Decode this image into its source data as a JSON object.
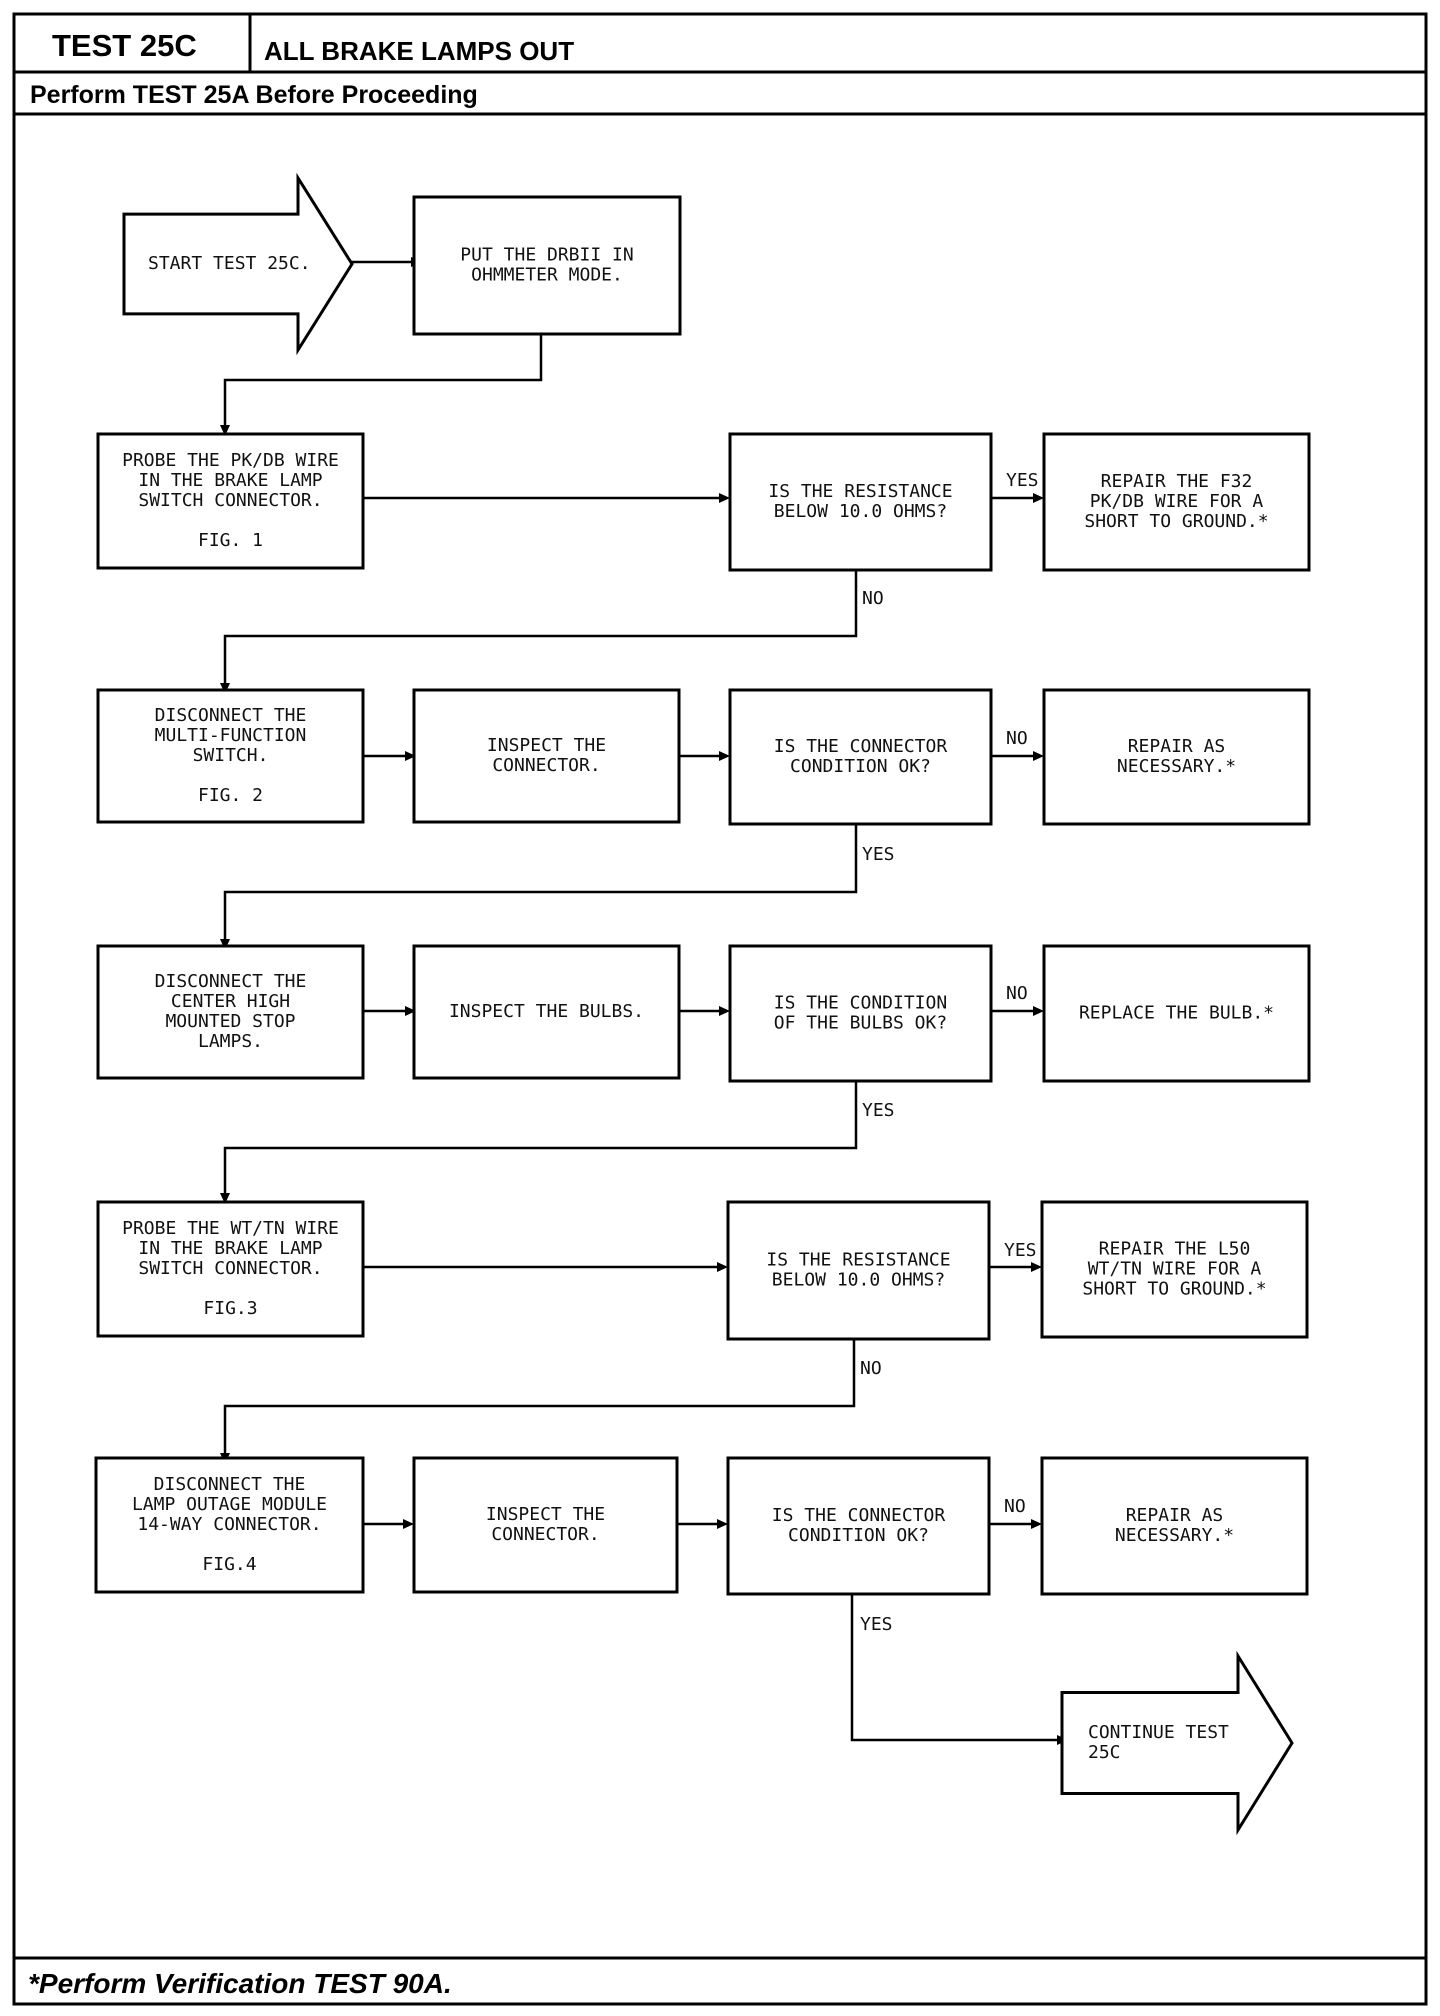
{
  "header": {
    "test_id": "TEST 25C",
    "title": "ALL BRAKE LAMPS OUT",
    "prerequisite": "Perform TEST 25A Before Proceeding"
  },
  "footer": {
    "note": "*Perform Verification TEST 90A."
  },
  "steps": {
    "start": [
      "START TEST 25C."
    ],
    "drb_mode": [
      "PUT THE DRBII IN",
      "OHMMETER MODE."
    ],
    "probe_pkdb": [
      "PROBE THE PK/DB WIRE",
      "IN THE BRAKE LAMP",
      "SWITCH CONNECTOR.",
      "",
      "FIG. 1"
    ],
    "res_check_1": [
      "IS THE RESISTANCE",
      "BELOW 10.0 OHMS?"
    ],
    "repair_f32": [
      "REPAIR THE F32",
      "PK/DB WIRE FOR A",
      "SHORT TO GROUND.*"
    ],
    "disc_mfs": [
      "DISCONNECT THE",
      "MULTI-FUNCTION",
      "SWITCH.",
      "",
      "FIG. 2"
    ],
    "inspect_conn_1": [
      "INSPECT THE",
      "CONNECTOR."
    ],
    "conn_check_1": [
      "IS THE CONNECTOR",
      "CONDITION OK?"
    ],
    "repair_1": [
      "REPAIR AS",
      "NECESSARY.*"
    ],
    "disc_chmsl": [
      "DISCONNECT THE",
      "CENTER HIGH",
      "MOUNTED STOP",
      "LAMPS."
    ],
    "inspect_bulbs": [
      "INSPECT THE BULBS."
    ],
    "bulb_check": [
      "IS THE CONDITION",
      "OF THE BULBS OK?"
    ],
    "replace_bulb": [
      "REPLACE THE BULB.*"
    ],
    "probe_wttn": [
      "PROBE THE WT/TN WIRE",
      "IN THE BRAKE LAMP",
      "SWITCH CONNECTOR.",
      "",
      "FIG.3"
    ],
    "res_check_2": [
      "IS THE RESISTANCE",
      "BELOW 10.0 OHMS?"
    ],
    "repair_l50": [
      "REPAIR THE L50",
      "WT/TN WIRE FOR A",
      "SHORT TO GROUND.*"
    ],
    "disc_lom": [
      "DISCONNECT THE",
      "LAMP OUTAGE MODULE",
      "14-WAY CONNECTOR.",
      "",
      "FIG.4"
    ],
    "inspect_conn_2": [
      "INSPECT THE",
      "CONNECTOR."
    ],
    "conn_check_2": [
      "IS THE CONNECTOR",
      "CONDITION OK?"
    ],
    "repair_2": [
      "REPAIR AS",
      "NECESSARY.*"
    ],
    "continue": [
      "CONTINUE TEST",
      "25C"
    ]
  },
  "labels": {
    "yes_1": "YES",
    "no_1": "NO",
    "no_2": "NO",
    "yes_2": "YES",
    "no_3": "NO",
    "yes_3": "YES",
    "yes_4": "YES",
    "no_4": "NO",
    "no_5": "NO",
    "yes_5": "YES"
  }
}
